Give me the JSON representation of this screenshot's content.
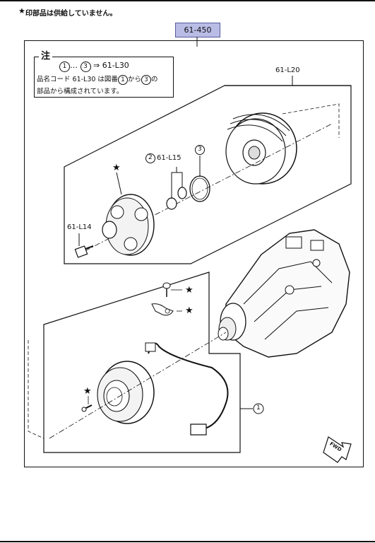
{
  "header": {
    "star_glyph": "★",
    "note_text": "印部品は供給していません。"
  },
  "ref_code": "61-450",
  "note": {
    "title": "注",
    "line1_from": "1",
    "line1_sep": "…",
    "line1_to": "3",
    "line1_arrow": "⇒",
    "line1_code": "61-L30",
    "line2_pre": "品名コード 61-L30 は図番",
    "line2_from": "1",
    "line2_mid": "から",
    "line2_to": "3",
    "line2_post": "の",
    "line3": "部品から構成されています。"
  },
  "callouts": {
    "pulley_assembly": "61-L20",
    "bearing_group": "61-L15",
    "bearing_num": "2",
    "snap_ring_num": "3",
    "bolt": "61-L14",
    "clutch_coil_num": "1",
    "star": "★",
    "fwd": "FWD"
  },
  "colors": {
    "ref_fill": "#b9bde6",
    "line": "#111111"
  }
}
